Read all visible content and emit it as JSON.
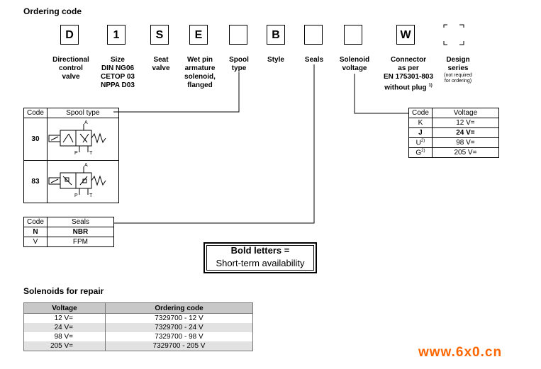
{
  "title": "Ordering code",
  "code_boxes": [
    {
      "letter": "D",
      "label": [
        "Directional",
        "control",
        "valve"
      ]
    },
    {
      "letter": "1",
      "label": [
        "Size",
        "DIN NG06",
        "CETOP 03",
        "NPPA D03"
      ]
    },
    {
      "letter": "S",
      "label": [
        "Seat",
        "valve"
      ]
    },
    {
      "letter": "E",
      "label": [
        "Wet pin",
        "armature",
        "solenoid,",
        "flanged"
      ]
    },
    {
      "letter": "",
      "label": [
        "Spool",
        "type"
      ]
    },
    {
      "letter": "B",
      "label": [
        "Style"
      ]
    },
    {
      "letter": "",
      "label": [
        "Seals"
      ]
    },
    {
      "letter": "",
      "label": [
        "Solenoid",
        "voltage"
      ]
    },
    {
      "letter": "W",
      "label": [
        "Connector",
        "as per",
        "EN 175301-803",
        "without plug"
      ],
      "footnote": "1)"
    },
    {
      "letter": "",
      "label": [
        "Design",
        "series"
      ],
      "note": [
        "(not required",
        "for ordering)"
      ]
    }
  ],
  "spool_table": {
    "headers": [
      "Code",
      "Spool type"
    ],
    "rows": [
      {
        "code": "30",
        "symbol": "spool-symbol-30"
      },
      {
        "code": "83",
        "symbol": "spool-symbol-83"
      }
    ],
    "port_labels": {
      "a": "A",
      "p": "P",
      "t": "T"
    }
  },
  "voltage_table": {
    "headers": [
      "Code",
      "Voltage"
    ],
    "rows": [
      {
        "code": "K",
        "sup": "",
        "value": "12 V=",
        "bold": false
      },
      {
        "code": "J",
        "sup": "",
        "value": "24 V=",
        "bold": true
      },
      {
        "code": "U",
        "sup": "2)",
        "value": "98 V=",
        "bold": false
      },
      {
        "code": "G",
        "sup": "2)",
        "value": "205 V=",
        "bold": false
      }
    ]
  },
  "seals_table": {
    "headers": [
      "Code",
      "Seals"
    ],
    "rows": [
      {
        "code": "N",
        "value": "NBR",
        "bold": true
      },
      {
        "code": "V",
        "value": "FPM",
        "bold": false
      }
    ]
  },
  "legend": {
    "bold_text": "Bold letters =",
    "text": "Short-term availability"
  },
  "repair": {
    "title": "Solenoids for repair",
    "headers": [
      "Voltage",
      "Ordering code"
    ],
    "rows": [
      [
        "12 V=",
        "7329700 - 12 V"
      ],
      [
        "24 V=",
        "7329700 - 24 V"
      ],
      [
        "98 V=",
        "7329700 - 98 V"
      ],
      [
        "205 V=",
        "7329700 - 205 V"
      ]
    ]
  },
  "watermark": "www.6x0.cn"
}
